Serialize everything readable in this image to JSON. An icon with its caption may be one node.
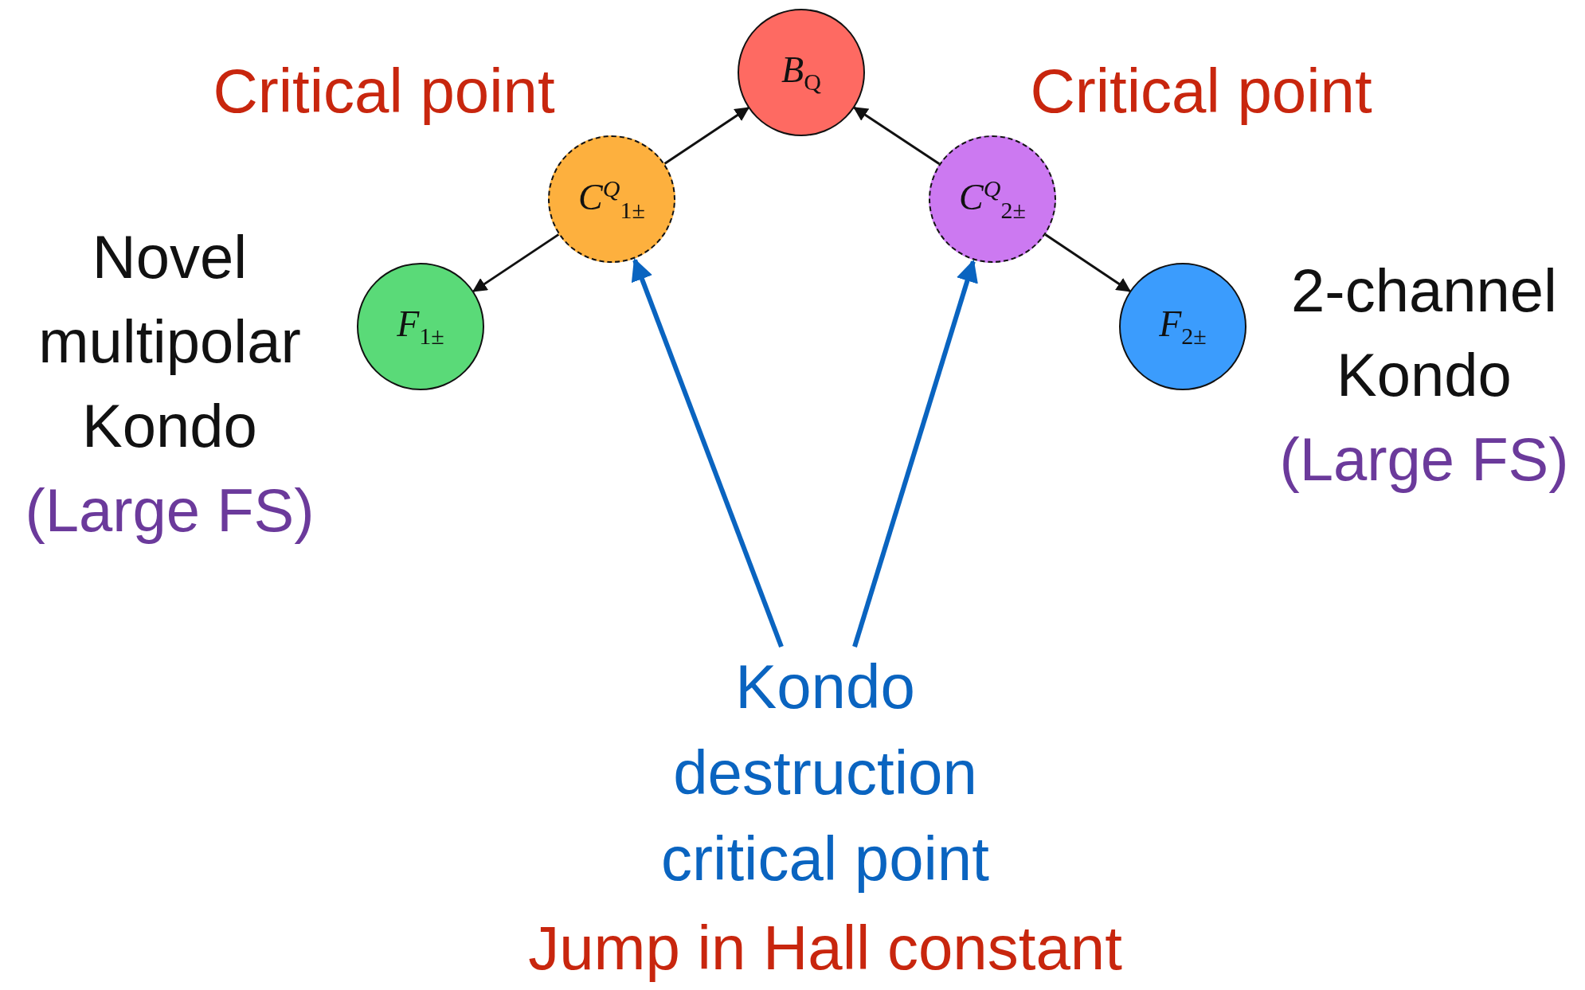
{
  "diagram": {
    "nodes": [
      {
        "text": [
          "B$_{Q}$"
        ]
      },
      {
        "text": [
          "C$^{Q}$$_{1±}$"
        ]
      },
      {
        "text": [
          "C$^{Q}$$_{2±}$"
        ]
      },
      {
        "text": [
          "F$_{1±}$"
        ],
        "beside": [
          "Novel multipolar Kondo",
          "(Large FS)"
        ]
      },
      {
        "text": [
          "F$_{2±}$"
        ],
        "beside": [
          "2-channel Kondo",
          "(Large FS)"
        ]
      },
      {
        "text": [
          "Kondo destruction critical point"
        ]
      }
    ],
    "edges": [
      {
        "from": 1,
        "to": 0,
        "arrow": "to"
      },
      {
        "from": 2,
        "to": 0,
        "arrow": "to"
      },
      {
        "from": 1,
        "to": 3,
        "arrow": "to"
      },
      {
        "from": 2,
        "to": 4,
        "arrow": "to"
      },
      {
        "from": 5,
        "to": 1,
        "arrow": "to",
        "style": "thick",
        "color": "#0a64c0"
      },
      {
        "from": 5,
        "to": 2,
        "arrow": "to",
        "style": "thick",
        "color": "#0a64c0"
      }
    ],
    "labels": [
      "Critical point",
      "Critical point",
      "Jump in Hall constant"
    ]
  }
}
